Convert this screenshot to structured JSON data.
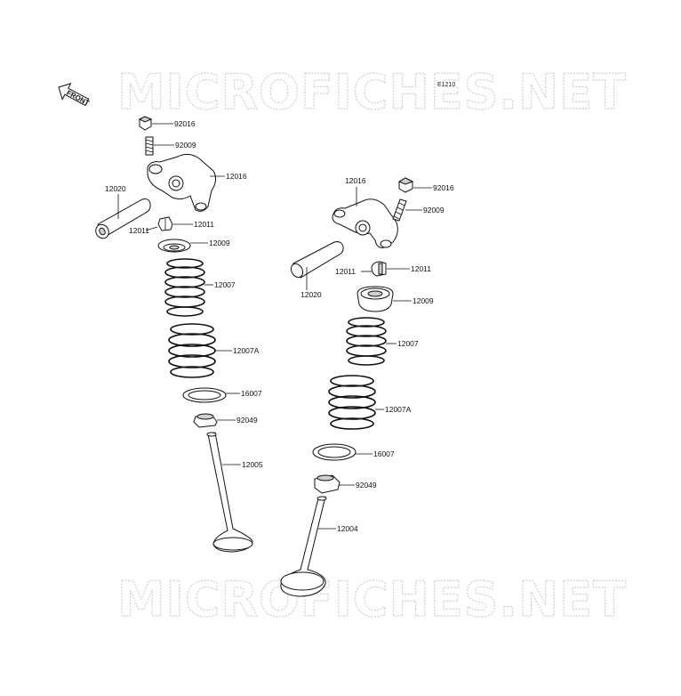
{
  "diagram": {
    "ref_code": "E1210",
    "front_label": "FRONT",
    "watermark": "MICROFICHES.NET",
    "left_assembly": {
      "nut": "92016",
      "stud": "92009",
      "rocker_arm": "12016",
      "shaft": "12020",
      "adjuster": "12011",
      "retainer": "12009",
      "inner_spring": "12007",
      "outer_spring": "12007A",
      "seat": "16007",
      "seal": "92049",
      "valve": "12005"
    },
    "right_assembly": {
      "rocker_arm": "12016",
      "nut": "92016",
      "stud": "92009",
      "shaft": "12020",
      "keeper_left": "12011",
      "keeper_right": "12011",
      "retainer": "12009",
      "inner_spring": "12007",
      "outer_spring": "12007A",
      "seat": "16007",
      "seal": "92049",
      "valve": "12004"
    }
  }
}
